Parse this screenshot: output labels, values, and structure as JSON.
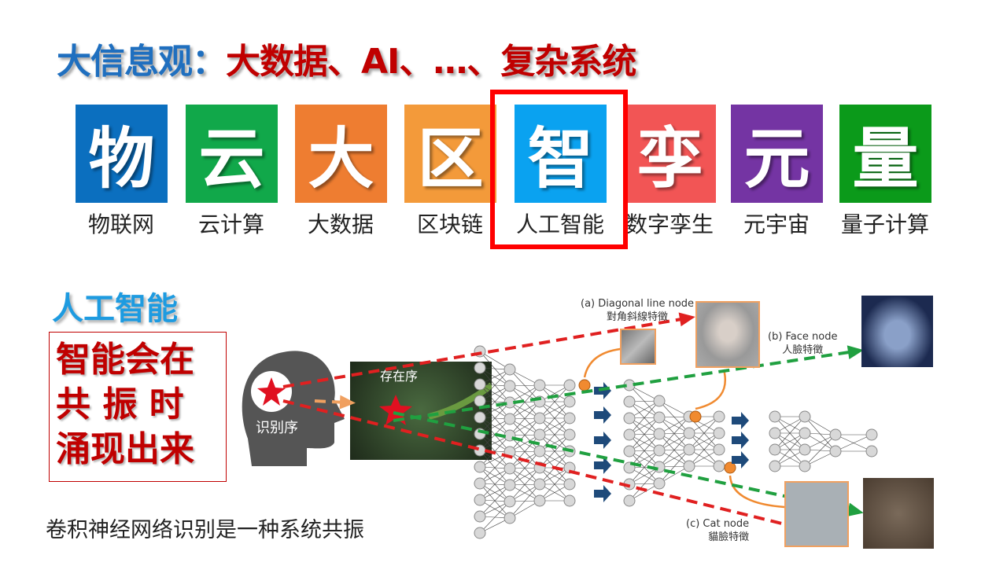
{
  "title": {
    "part1": "大信息观：",
    "part2": "大数据、AI、…、复杂系统"
  },
  "tiles": [
    {
      "char": "物",
      "label": "物联网",
      "color": "#0b6fbf"
    },
    {
      "char": "云",
      "label": "云计算",
      "color": "#11a84a"
    },
    {
      "char": "大",
      "label": "大数据",
      "color": "#ee7d31"
    },
    {
      "char": "区",
      "label": "区块链",
      "color": "#f39a3a"
    },
    {
      "char": "智",
      "label": "人工智能",
      "color": "#0aa2f0"
    },
    {
      "char": "孪",
      "label": "数字孪生",
      "color": "#f25555"
    },
    {
      "char": "元",
      "label": "元宇宙",
      "color": "#7434a3"
    },
    {
      "char": "量",
      "label": "量子计算",
      "color": "#0b9a1a"
    }
  ],
  "highlight_color": "#ff0000",
  "section": {
    "title": "人工智能",
    "box_lines": [
      "智能会在",
      "共 振 时",
      "涌现出来"
    ],
    "caption": "卷积神经网络识别是一种系统共振"
  },
  "figure": {
    "head_label": "识别序",
    "photo_label": "存在序",
    "node_a": {
      "en": "(a) Diagonal line node",
      "zh": "對角斜線特徵"
    },
    "node_b": {
      "en": "(b) Face node",
      "zh": "人臉特徵"
    },
    "node_c": {
      "en": "(c) Cat node",
      "zh": "貓臉特徵"
    }
  }
}
